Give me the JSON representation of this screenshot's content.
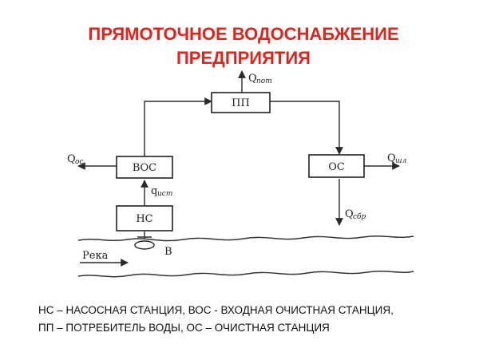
{
  "title": {
    "line1": "ПРЯМОТОЧНОЕ ВОДОСНАБЖЕНИЕ",
    "line2": "ПРЕДПРИЯТИЯ"
  },
  "diagram": {
    "nodes": {
      "pp": "ПП",
      "voc": "ВОС",
      "oc": "ОС",
      "nc": "НС"
    },
    "labels": {
      "q_pot": {
        "main": "Q",
        "sub": "пот"
      },
      "q_oc": {
        "main": "Q",
        "sub": "ос"
      },
      "q_ist": {
        "main": "q",
        "sub": "ист"
      },
      "q_shl": {
        "main": "Q",
        "sub": "шл"
      },
      "q_sbr": {
        "main": "Q",
        "sub": "сбр"
      },
      "river": "Река",
      "intake": "В"
    }
  },
  "caption": {
    "line1": "НС – НАСОСНАЯ СТАНЦИЯ, ВОС - ВХОДНАЯ ОЧИСТНАЯ СТАНЦИЯ,",
    "line2": "ПП – ПОТРЕБИТЕЛЬ ВОДЫ, ОС – ОЧИСТНАЯ СТАНЦИЯ"
  }
}
